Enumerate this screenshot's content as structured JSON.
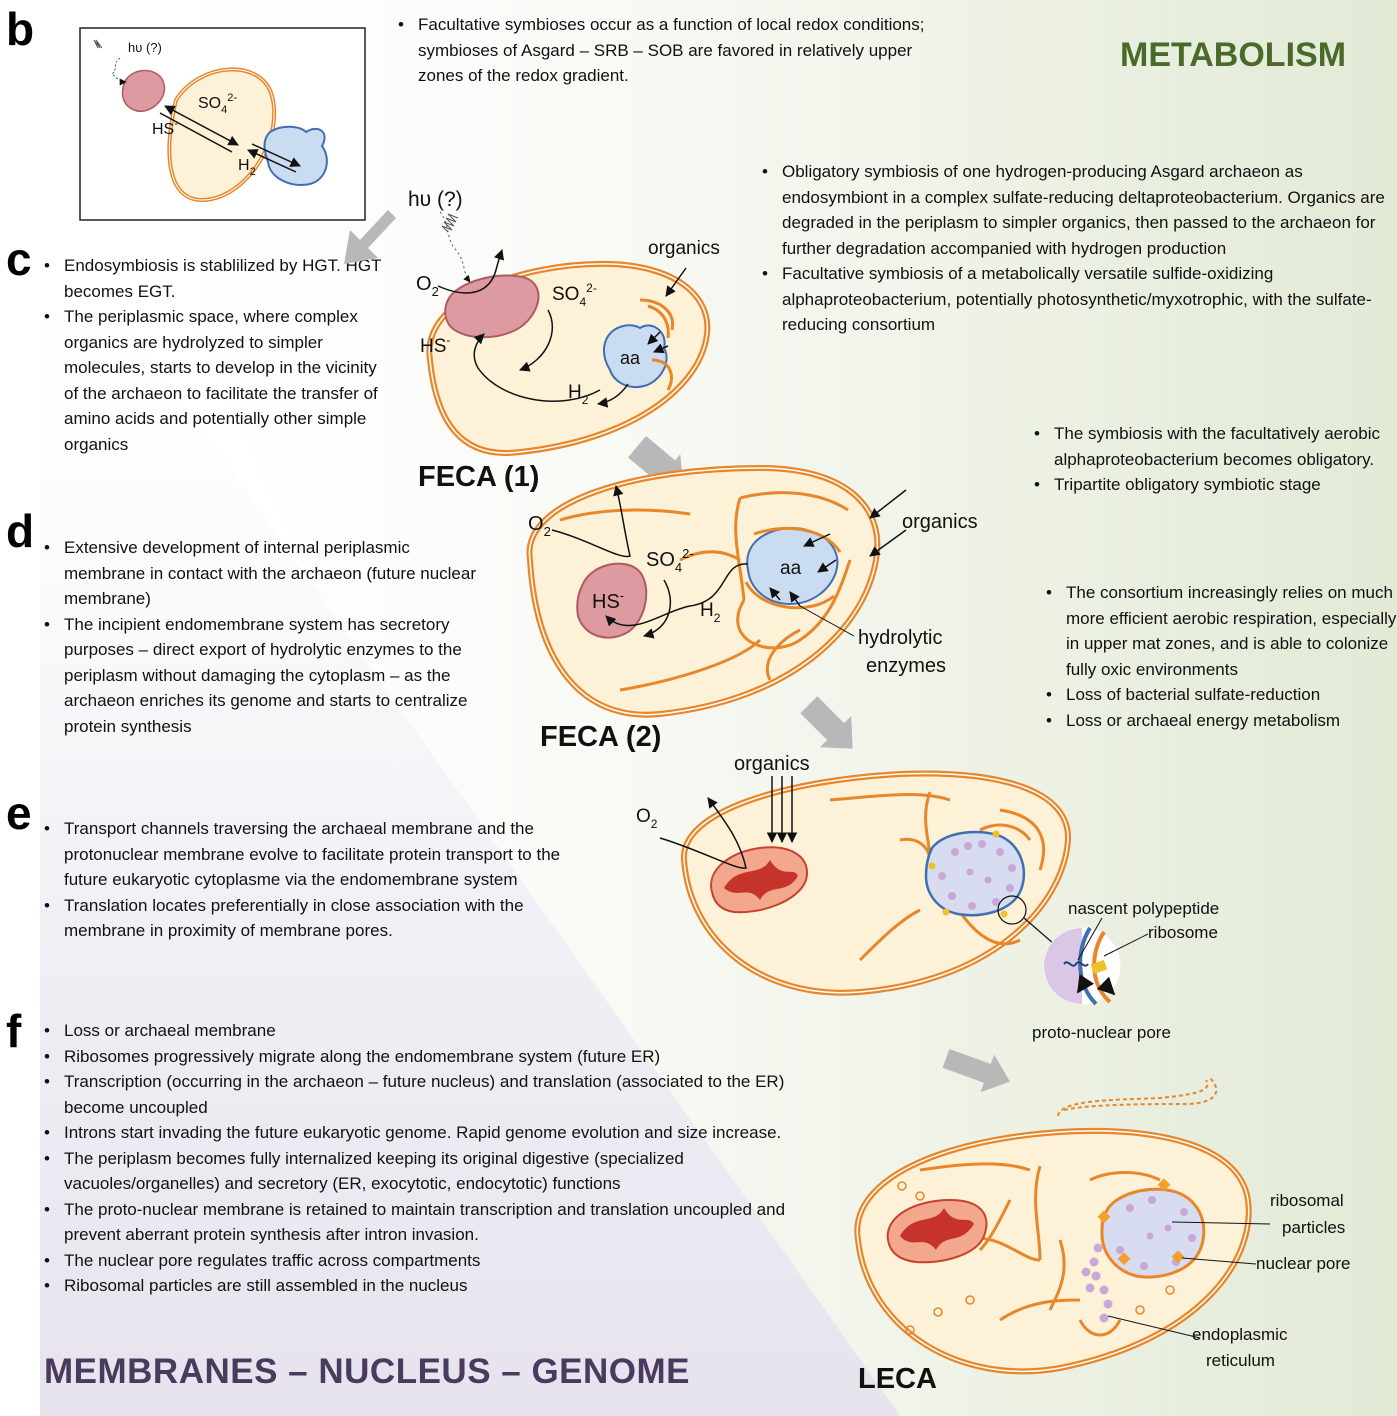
{
  "headings": {
    "metabolism": "METABOLISM",
    "membranes": "MEMBRANES – NUCLEUS – GENOME"
  },
  "panel_letters": {
    "b": "b",
    "c": "c",
    "d": "d",
    "e": "e",
    "f": "f"
  },
  "stage_labels": {
    "feca1": "FECA (1)",
    "feca2": "FECA (2)",
    "leca": "LECA"
  },
  "text_blocks": {
    "b_right": [
      "Facultative symbioses occur as a function of local redox conditions; symbioses of Asgard – SRB – SOB are favored in relatively upper zones of the redox gradient."
    ],
    "c_left": [
      "Endosymbiosis is stablilized by HGT. HGT becomes EGT.",
      "The periplasmic space, where complex organics are hydrolyzed to simpler molecules, starts to develop in the vicinity of the archaeon to facilitate the transfer of amino acids and potentially other simple organics"
    ],
    "c_right": [
      "Obligatory symbiosis of one hydrogen-producing Asgard archaeon as endosymbiont in a complex sulfate-reducing deltaproteobacterium. Organics are degraded in the periplasm to simpler organics, then passed to the archaeon for further degradation accompanied with hydrogen production",
      "Facultative symbiosis of a metabolically versatile sulfide-oxidizing alphaproteobacterium, potentially photosynthetic/myxotrophic, with the sulfate-reducing consortium"
    ],
    "d_left": [
      "Extensive development of internal periplasmic membrane in contact with the archaeon (future nuclear membrane)",
      "The incipient endomembrane system has secretory purposes – direct export of hydrolytic enzymes to the periplasm without damaging the cytoplasm – as the archaeon enriches its genome and starts to centralize protein synthesis"
    ],
    "d_right_top": [
      "The symbiosis with the facultatively aerobic alphaproteobacterium becomes obligatory.",
      "Tripartite obligatory symbiotic stage"
    ],
    "d_right_bottom": [
      "The consortium increasingly relies on much more efficient aerobic respiration, especially in upper mat zones, and is able to colonize fully oxic environments",
      "Loss of bacterial sulfate-reduction",
      "Loss or archaeal energy metabolism"
    ],
    "e_left": [
      "Transport channels traversing the archaeal membrane and the protonuclear membrane evolve to facilitate protein transport to the future eukaryotic cytoplasme via the endomembrane system",
      "Translation locates preferentially in close association with the membrane in proximity of membrane pores."
    ],
    "f_left": [
      "Loss or archaeal membrane",
      "Ribosomes progressively migrate along the endomembrane system (future ER)",
      "Transcription (occurring in the archaeon – future nucleus) and translation (associated to the ER) become uncoupled",
      "Introns start invading the future eukaryotic genome. Rapid genome evolution and size increase.",
      "The periplasm becomes fully internalized keeping its original digestive (specialized vacuoles/organelles) and secretory (ER, exocytotic, endocytotic) functions",
      "The proto-nuclear membrane is retained to maintain transcription and translation uncoupled and prevent aberrant protein synthesis after intron invasion.",
      "The nuclear pore regulates traffic across compartments",
      "Ribosomal particles are still assembled in the nucleus"
    ]
  },
  "diagram_labels": {
    "b_hv": "hυ (?)",
    "b_so4": "SO",
    "b_so4_sub": "4",
    "b_so4_sup": "2-",
    "b_hs": "HS",
    "b_hs_sup": "-",
    "b_h2": "H",
    "b_h2_sub": "2",
    "c_hv": "hυ (?)",
    "c_o2": "O",
    "c_o2_sub": "2",
    "c_so4": "SO",
    "c_so4_sub": "4",
    "c_so4_sup": "2-",
    "c_hs": "HS",
    "c_hs_sup": "-",
    "c_h2": "H",
    "c_h2_sub": "2",
    "c_aa": "aa",
    "c_organics": "organics",
    "d_o2": "O",
    "d_o2_sub": "2",
    "d_so4": "SO",
    "d_so4_sub": "4",
    "d_so4_sup": "2-",
    "d_hs": "HS",
    "d_hs_sup": "-",
    "d_h2": "H",
    "d_h2_sub": "2",
    "d_aa": "aa",
    "d_organics": "organics",
    "d_hydrolytic": "hydrolytic",
    "d_enzymes": "enzymes",
    "e_organics": "organics",
    "e_o2": "O",
    "e_o2_sub": "2",
    "e_nascent": "nascent polypeptide",
    "e_ribosome": "ribosome",
    "e_pore": "proto-nuclear pore",
    "f_ribosomal": "ribosomal",
    "f_particles": "particles",
    "f_nuclear_pore": "nuclear pore",
    "f_endoplasmic": "endoplasmic",
    "f_reticulum": "reticulum"
  },
  "colors": {
    "heading_green": "#4a6a2a",
    "heading_purple": "#4a3a5e",
    "cell_membrane": "#e8862a",
    "cytoplasm": "#fdf1d8",
    "archaeon": "#d9848a",
    "bacterium": "#c9dcf2",
    "mito": "#d0483c",
    "arrow_grey": "#b8b8b8"
  }
}
